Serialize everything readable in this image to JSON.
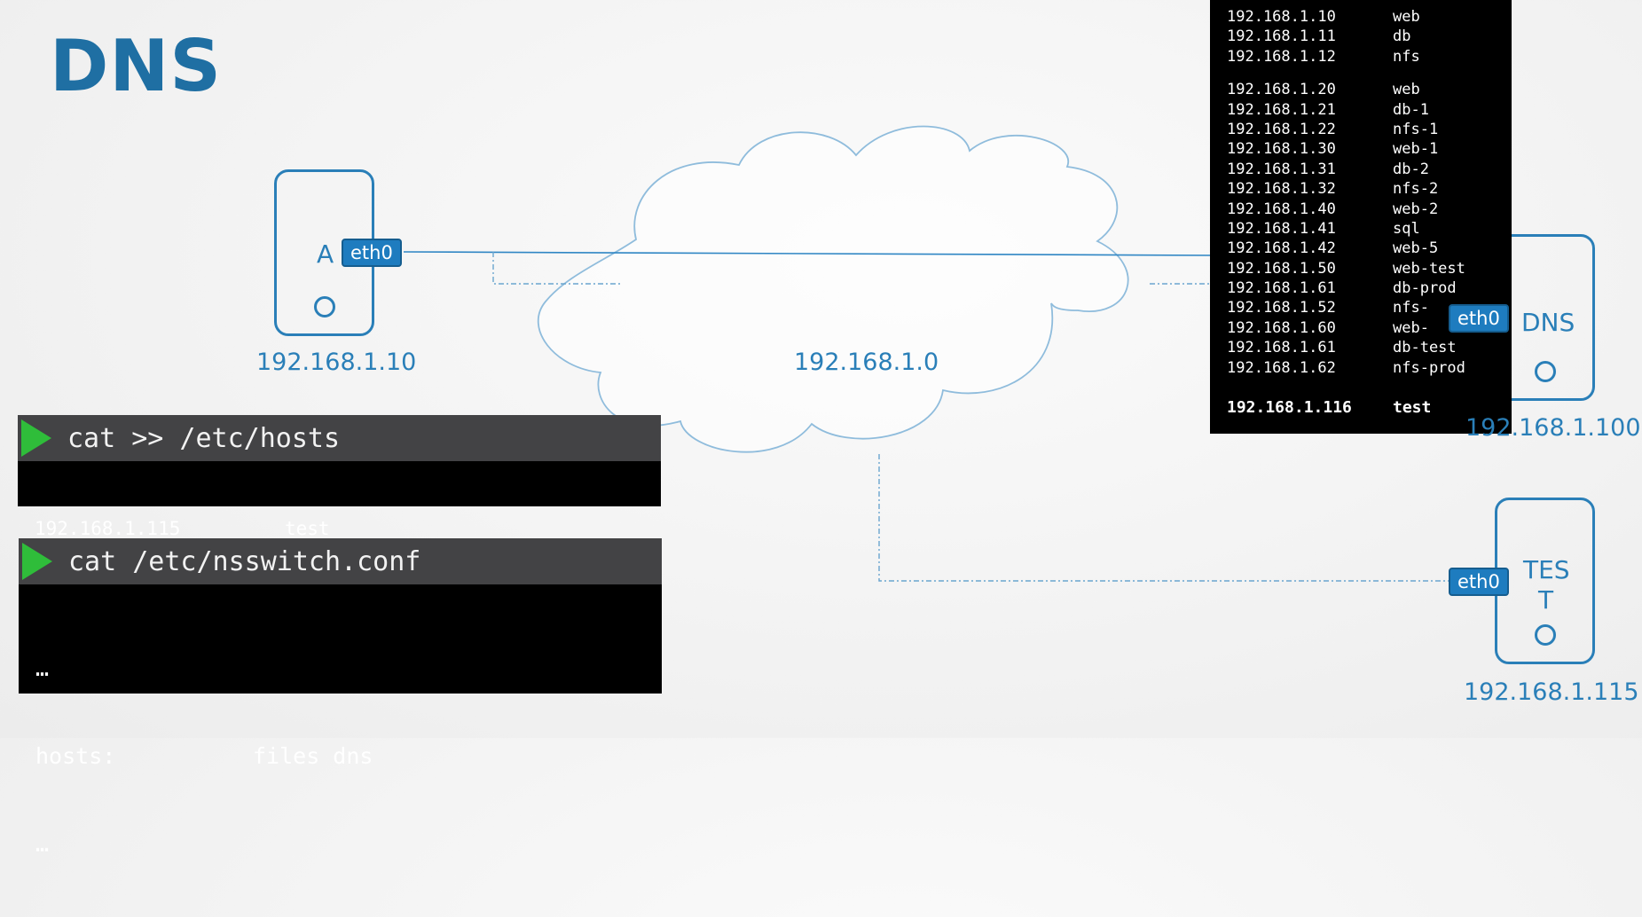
{
  "title": "DNS",
  "network": {
    "label": "192.168.1.0"
  },
  "hosts": {
    "a": {
      "name": "A",
      "ip": "192.168.1.10",
      "iface": "eth0"
    },
    "dns": {
      "name": "DNS",
      "ip": "192.168.1.100",
      "iface": "eth0"
    },
    "test": {
      "name_line1": "TES",
      "name_line2": "T",
      "ip": "192.168.1.115",
      "iface": "eth0"
    }
  },
  "terminal_hosts": {
    "command": "cat >> /etc/hosts",
    "ip": "192.168.1.115",
    "name": "test"
  },
  "terminal_nsswitch": {
    "command": "cat /etc/nsswitch.conf",
    "line1": "…",
    "key": "hosts:",
    "value": "files dns",
    "line3": "…"
  },
  "dns_records": {
    "group1": [
      {
        "ip": "192.168.1.10",
        "name": "web"
      },
      {
        "ip": "192.168.1.11",
        "name": "db"
      },
      {
        "ip": "192.168.1.12",
        "name": "nfs"
      }
    ],
    "group2": [
      {
        "ip": "192.168.1.20",
        "name": "web"
      },
      {
        "ip": "192.168.1.21",
        "name": "db-1"
      },
      {
        "ip": "192.168.1.22",
        "name": "nfs-1"
      },
      {
        "ip": "192.168.1.30",
        "name": "web-1"
      },
      {
        "ip": "192.168.1.31",
        "name": "db-2"
      },
      {
        "ip": "192.168.1.32",
        "name": "nfs-2"
      },
      {
        "ip": "192.168.1.40",
        "name": "web-2"
      },
      {
        "ip": "192.168.1.41",
        "name": "sql"
      },
      {
        "ip": "192.168.1.42",
        "name": "web-5"
      },
      {
        "ip": "192.168.1.50",
        "name": "web-test"
      },
      {
        "ip": "192.168.1.61",
        "name": "db-prod"
      },
      {
        "ip": "192.168.1.52",
        "name": "nfs-"
      },
      {
        "ip": "192.168.1.60",
        "name": "web-"
      },
      {
        "ip": "192.168.1.61",
        "name": "db-test"
      },
      {
        "ip": "192.168.1.62",
        "name": "nfs-prod"
      }
    ],
    "added": {
      "ip": "192.168.1.116",
      "name": "test"
    }
  },
  "colors": {
    "accent": "#2a7fb8",
    "title": "#1f6fa3",
    "cloud_stroke": "#8fbcdc",
    "link": "#2f86c4",
    "terminal_bar": "#434345",
    "play": "#2fbd3a"
  }
}
